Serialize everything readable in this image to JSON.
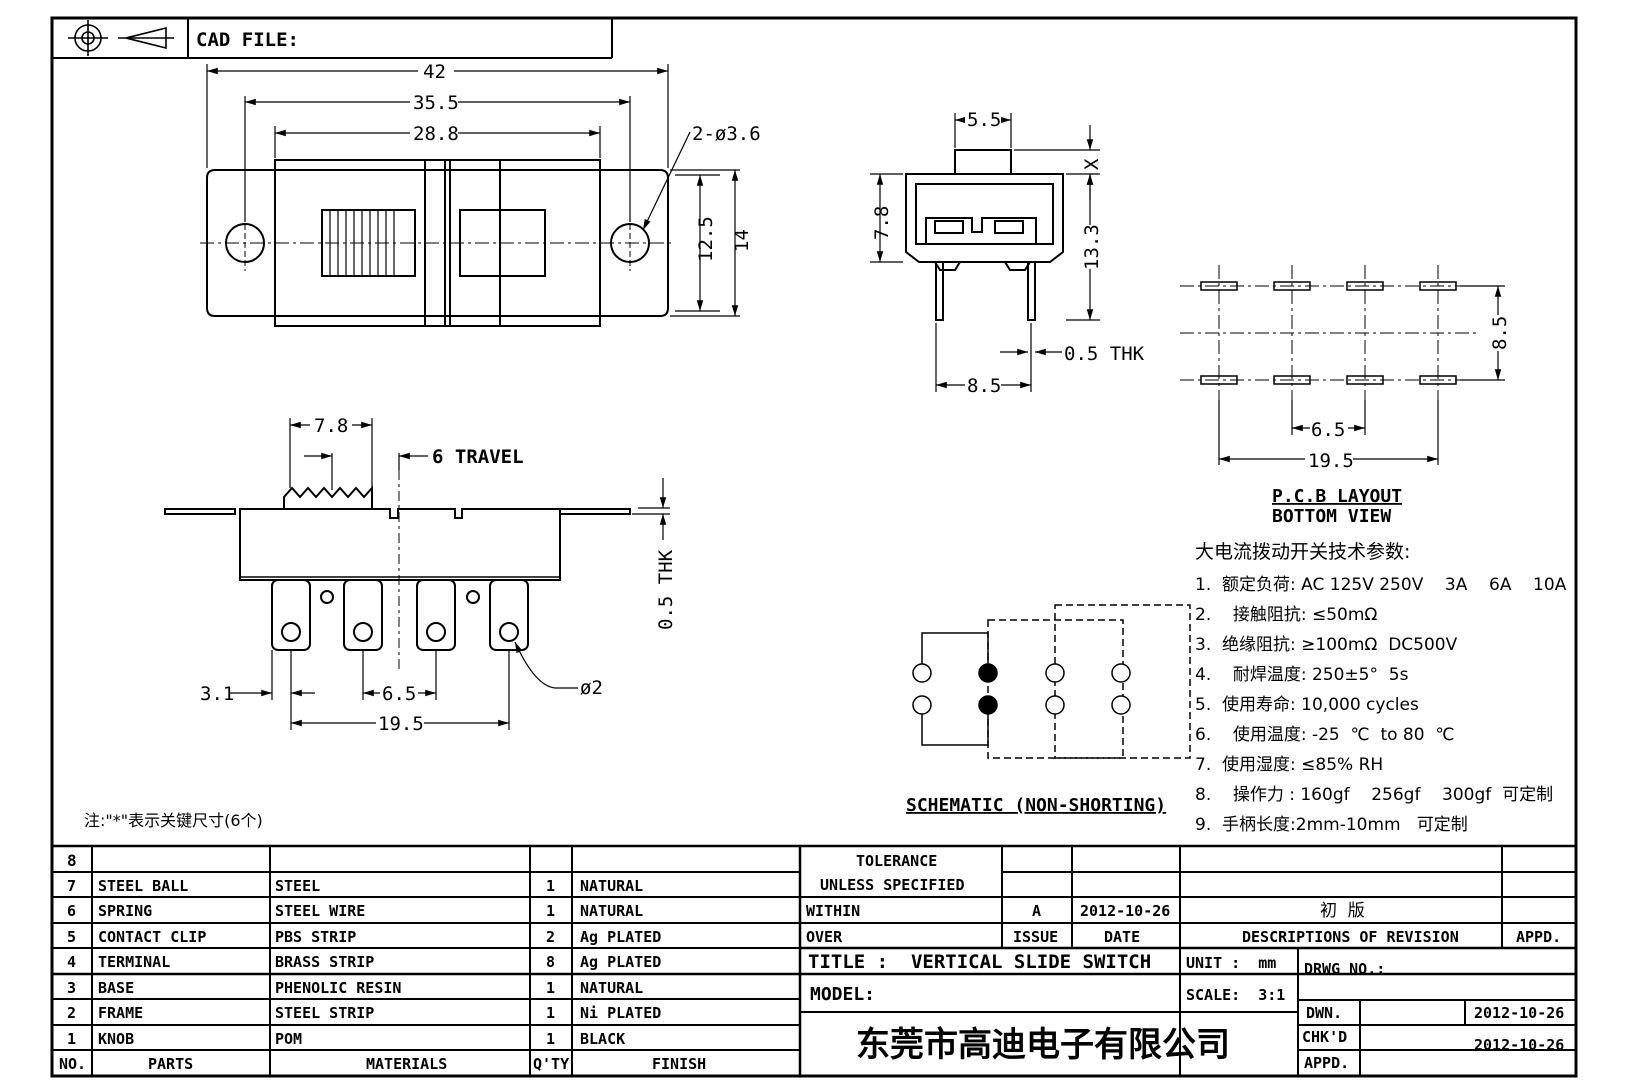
{
  "header": {
    "cad_file": "CAD FILE:"
  },
  "top_view": {
    "d42": "42",
    "d35_5": "35.5",
    "d28_8": "28.8",
    "hole_note": "2-ø3.6",
    "d12_5": "12.5",
    "d14": "14"
  },
  "side_view": {
    "d5_5": "5.5",
    "dx": "X",
    "d7_8": "7.8",
    "d13_3": "13.3",
    "thk": "0.5 THK",
    "d8_5": "8.5"
  },
  "pcb": {
    "d8_5": "8.5",
    "d6_5": "6.5",
    "d19_5": "19.5",
    "title": "P.C.B LAYOUT",
    "subtitle": "BOTTOM VIEW"
  },
  "front_view": {
    "d7_8": "7.8",
    "travel": "6 TRAVEL",
    "thk": "0.5 THK",
    "d3_1": "3.1",
    "d6_5": "6.5",
    "d19_5": "19.5",
    "pin_dia": "ø2"
  },
  "schematic": {
    "label": "SCHEMATIC (NON-SHORTING)"
  },
  "note": "注:\"*\"表示关键尺寸(6个)",
  "specs": {
    "title": "大电流拨动开关技术参数:",
    "items": [
      "1.  额定负荷: AC 125V 250V    3A    6A    10A",
      "2.    接触阻抗: ≤50mΩ",
      "3.  绝缘阻抗: ≥100mΩ  DC500V",
      "4.    耐焊温度: 250±5°  5s",
      "5.  使用寿命: 10,000 cycles",
      "6.    使用温度: -25  ℃  to 80  ℃",
      "7.  使用湿度: ≤85% RH",
      "8.    操作力 : 160gf    256gf    300gf  可定制",
      "9.  手柄长度:2mm-10mm   可定制"
    ]
  },
  "bom": {
    "rows": [
      {
        "no": "8",
        "part": "",
        "material": "",
        "qty": "",
        "finish": ""
      },
      {
        "no": "7",
        "part": "STEEL BALL",
        "material": "STEEL",
        "qty": "1",
        "finish": "NATURAL"
      },
      {
        "no": "6",
        "part": "SPRING",
        "material": "STEEL WIRE",
        "qty": "1",
        "finish": "NATURAL"
      },
      {
        "no": "5",
        "part": "CONTACT CLIP",
        "material": "PBS STRIP",
        "qty": "2",
        "finish": "Ag PLATED"
      },
      {
        "no": "4",
        "part": "TERMINAL",
        "material": "BRASS STRIP",
        "qty": "8",
        "finish": "Ag PLATED"
      },
      {
        "no": "3",
        "part": "BASE",
        "material": "PHENOLIC RESIN",
        "qty": "1",
        "finish": "NATURAL"
      },
      {
        "no": "2",
        "part": "FRAME",
        "material": "STEEL STRIP",
        "qty": "1",
        "finish": "Ni PLATED"
      },
      {
        "no": "1",
        "part": "KNOB",
        "material": "POM",
        "qty": "1",
        "finish": "BLACK"
      }
    ],
    "headers": {
      "no": "NO.",
      "parts": "PARTS",
      "materials": "MATERIALS",
      "qty": "Q'TY",
      "finish": "FINISH"
    }
  },
  "title_block": {
    "tolerance": "TOLERANCE",
    "unless": "UNLESS SPECIFIED",
    "within": "WITHIN",
    "over": "OVER",
    "rev_issue": "A",
    "rev_date": "2012-10-26",
    "rev_desc": "初  版",
    "issue_label": "ISSUE",
    "date_label": "DATE",
    "desc_label": "DESCRIPTIONS OF REVISION",
    "appd_label": "APPD.",
    "title": "TITLE :  VERTICAL SLIDE SWITCH",
    "unit": "UNIT :  mm",
    "drwg_no": "DRWG NO.:",
    "model": "MODEL:",
    "scale": "SCALE:  3:1",
    "dwn": "DWN.",
    "dwn_date": "2012-10-26",
    "chkd": "CHK'D",
    "chkd_date": "2012-10-26",
    "appd2": "APPD.",
    "company": "东莞市高迪电子有限公司"
  }
}
